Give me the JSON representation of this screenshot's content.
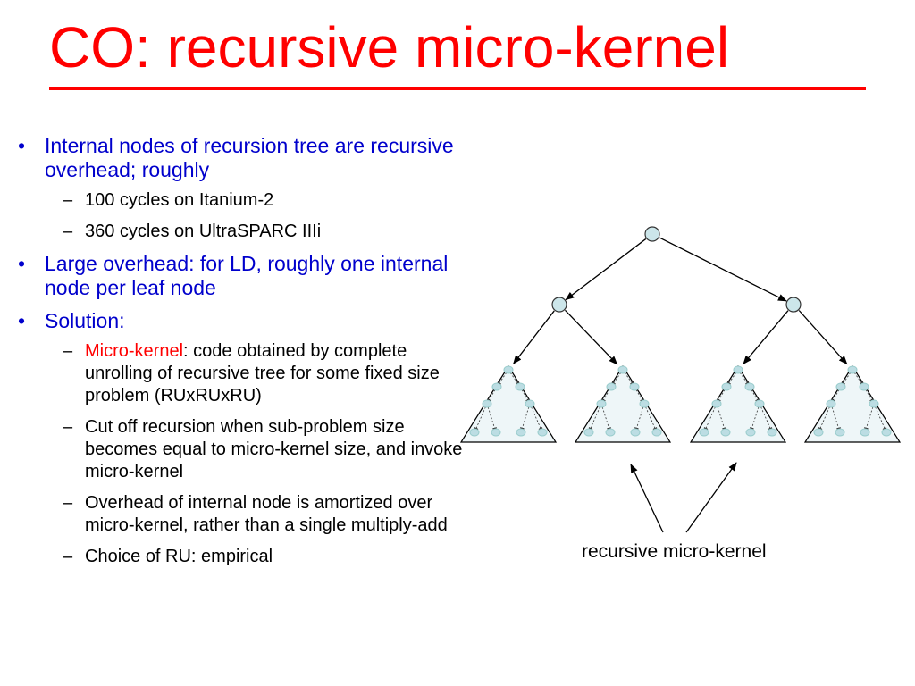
{
  "slide": {
    "title": "CO: recursive micro-kernel",
    "title_color": "#ff0000",
    "bullet_color": "#0000cc"
  },
  "bullets": [
    {
      "text": "Internal nodes of recursion tree are recursive overhead; roughly",
      "subitems": [
        {
          "text": "100 cycles on Itanium-2"
        },
        {
          "text": "360 cycles on UltraSPARC IIIi"
        }
      ]
    },
    {
      "text": "Large overhead: for LD, roughly one internal node per leaf node",
      "subitems": []
    },
    {
      "text": "Solution:",
      "subitems": [
        {
          "highlight": "Micro-kernel",
          "text": ": code obtained by complete unrolling of recursive tree for some fixed size problem (RUxRUxRU)"
        },
        {
          "text": "Cut off recursion when sub-problem size becomes equal to micro-kernel size, and invoke micro-kernel"
        },
        {
          "text": "Overhead of internal node is amortized over micro-kernel, rather than a single multiply-add"
        },
        {
          "text": "Choice of RU: empirical"
        }
      ]
    }
  ],
  "diagram": {
    "label": "recursive micro-kernel",
    "node_fill": "#cce6ea",
    "triangle_fill": "#eef6f8",
    "micro_node_fill": "#bcdde3"
  }
}
